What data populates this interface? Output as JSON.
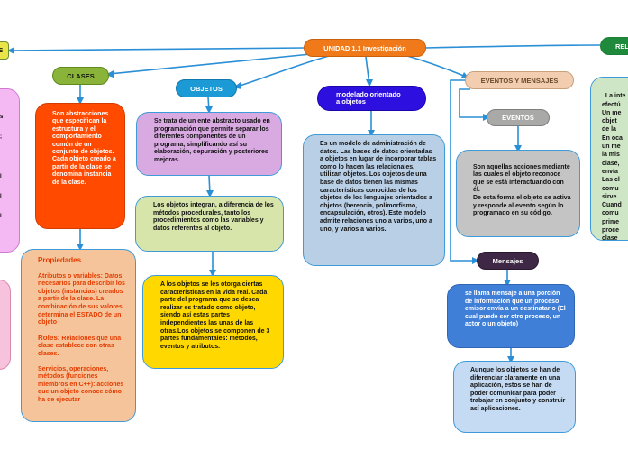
{
  "root": {
    "label": "UNIDAD 1.1 Investigación"
  },
  "left_stub_label": "S",
  "right_stub_label": "REL",
  "clases": {
    "label": "CLASES",
    "def": "Son abstracciones que especifican la estructura y el comportamiento común de un conjunto de objetos. Cada objeto creado a partir de la clase se denomina instancia de la clase.",
    "props_title": "Propiedades",
    "props_atributos": "Atributos o variables: Datos necesarios para describir los objetos (instancias) creados a partir de la clase. La combinación de sus valores determina el ESTADO de un objeto",
    "props_roles_title": "Roles:",
    "props_roles": " Relaciones que una clase establece con otras clases.",
    "props_servicios": "Servicios, operaciones, métodos (funciones miembros en C++): acciones que un objeto conoce cómo ha de ejecutar"
  },
  "objetos": {
    "label": "OBJETOS",
    "def": "Se trata de un ente abstracto usado en programación que permite separar los diferentes componentes de un programa, simplificando así su elaboración, depuración y posteriores mejoras.",
    "integran": "Los objetos integran, a diferencia de los métodos procedurales, tanto los procedimientos como las variables y datos referentes al objeto.",
    "otorga": "A los objetos se les otorga ciertas características en la vida real. Cada parte del programa que se desea realizar es tratado como objeto, siendo así estas partes independientes las unas de las otras.Los objetos se componen de 3 partes fundamentales: metodos, eventos y atributos."
  },
  "modelado": {
    "label": "modelado orientado a objetos",
    "def": "Es un modelo de administración de datos. Las bases de datos orientadas a objetos en lugar de incorporar tablas como lo hacen las relacionales, utilizan objetos. Los objetos de una base de datos tienen las mismas características conocidas de los objetos de los lenguajes orientados a objetos (herencia, polimorfismo, encapsulación, otros). Este modelo admite relaciones uno a varios, uno a uno, y varios a varios."
  },
  "eventos_mensajes": {
    "label": "EVENTOS Y MENSAJES",
    "eventos_label": "EVENTOS",
    "eventos_def": "Son aquellas acciones mediante las cuales el objeto reconoce que se está interactuando con él.\n De esta forma el objeto se activa y responde al evento según lo programado en su código.",
    "mensajes_label": "Mensajes",
    "mensajes_def": "se llama mensaje a una porción de información que un proceso emisor envía a un destinatario (El cual puede ser otro proceso, un actor o un objeto)",
    "mensajes_extra": "Aunque los objetos se han de diferenciar claramente en una aplicación, estos se han de poder comunicar para poder trabajar en conjunto y construir así aplicaciones."
  },
  "relaciones_fragment": "La inte\nefectú\nUn me\nobjet\nde la \nEn oca\nun me\nla mis\nclase,\nenvía\nLas cl\ncomu\nsirve \nCuand\ncomu\nprime\nproce\nclase \nproce\nB, solo"
}
